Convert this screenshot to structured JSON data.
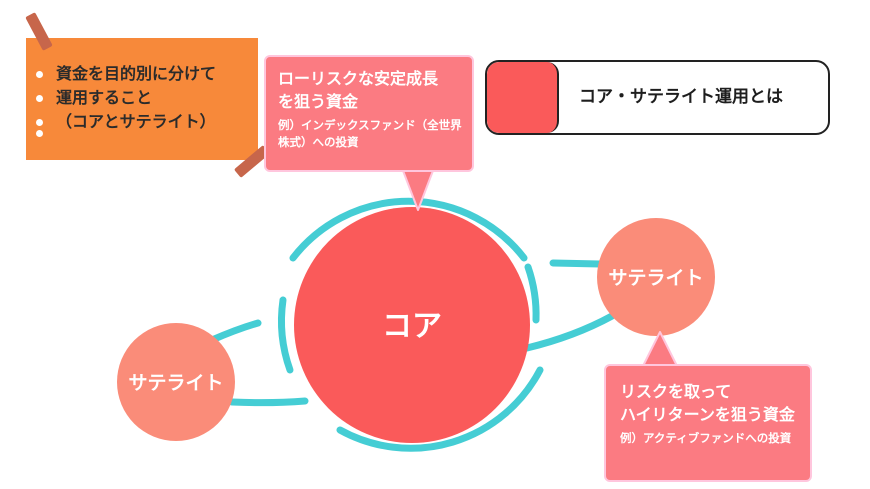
{
  "note": {
    "lines": [
      "資金を目的別に分けて",
      "運用すること",
      "（コアとサテライト）"
    ]
  },
  "title": {
    "text": "コア・サテライト運用とは"
  },
  "callout_core": {
    "title": "ローリスクな安定成長\nを狙う資金",
    "sub": "例）インデックスファンド（全世界株式）への投資"
  },
  "callout_satellite": {
    "title": "リスクを取って\nハイリターンを狙う資金",
    "sub": "例）アクティブファンドへの投資"
  },
  "nodes": {
    "core": "コア",
    "satellite_right": "サテライト",
    "satellite_left": "サテライト"
  },
  "colors": {
    "note_bg": "#f7893a",
    "core": "#fa5a5a",
    "satellite": "#fa8c79",
    "callout": "#fb7b82",
    "callout_border": "#ffc6dd",
    "ring": "#45cdd4"
  }
}
